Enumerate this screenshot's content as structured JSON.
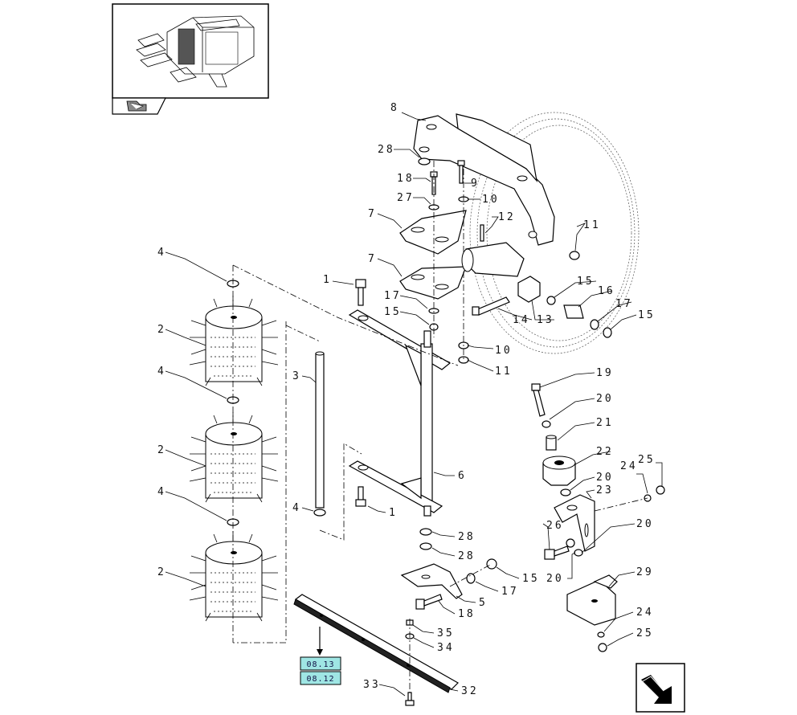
{
  "callouts": [
    {
      "id": "c8",
      "text": "8"
    },
    {
      "id": "c28a",
      "text": "28"
    },
    {
      "id": "c18a",
      "text": "18"
    },
    {
      "id": "c9",
      "text": "9"
    },
    {
      "id": "c27",
      "text": "27"
    },
    {
      "id": "c10a",
      "text": "10"
    },
    {
      "id": "c12",
      "text": "12"
    },
    {
      "id": "c11a",
      "text": "11"
    },
    {
      "id": "c7a",
      "text": "7"
    },
    {
      "id": "c7b",
      "text": "7"
    },
    {
      "id": "c4a",
      "text": "4"
    },
    {
      "id": "c1a",
      "text": "1"
    },
    {
      "id": "c17a",
      "text": "17"
    },
    {
      "id": "c15a",
      "text": "15"
    },
    {
      "id": "c16",
      "text": "16"
    },
    {
      "id": "c15b",
      "text": "15"
    },
    {
      "id": "c17b",
      "text": "17"
    },
    {
      "id": "c15c",
      "text": "15"
    },
    {
      "id": "c14",
      "text": "14"
    },
    {
      "id": "c13",
      "text": "13"
    },
    {
      "id": "c2a",
      "text": "2"
    },
    {
      "id": "c10b",
      "text": "10"
    },
    {
      "id": "c11b",
      "text": "11"
    },
    {
      "id": "c4b",
      "text": "4"
    },
    {
      "id": "c19",
      "text": "19"
    },
    {
      "id": "c3",
      "text": "3"
    },
    {
      "id": "c20a",
      "text": "20"
    },
    {
      "id": "c21",
      "text": "21"
    },
    {
      "id": "c2b",
      "text": "2"
    },
    {
      "id": "c22",
      "text": "22"
    },
    {
      "id": "c25a",
      "text": "25"
    },
    {
      "id": "c24a",
      "text": "24"
    },
    {
      "id": "c20b",
      "text": "20"
    },
    {
      "id": "c6",
      "text": "6"
    },
    {
      "id": "c23",
      "text": "23"
    },
    {
      "id": "c4c",
      "text": "4"
    },
    {
      "id": "c1b",
      "text": "1"
    },
    {
      "id": "c4d",
      "text": "4"
    },
    {
      "id": "c26",
      "text": "26"
    },
    {
      "id": "c20c",
      "text": "20"
    },
    {
      "id": "c28b",
      "text": "28"
    },
    {
      "id": "c28c",
      "text": "28"
    },
    {
      "id": "c2c",
      "text": "2"
    },
    {
      "id": "c15d",
      "text": "15"
    },
    {
      "id": "c20d",
      "text": "20"
    },
    {
      "id": "c29",
      "text": "29"
    },
    {
      "id": "c17c",
      "text": "17"
    },
    {
      "id": "c5",
      "text": "5"
    },
    {
      "id": "c18b",
      "text": "18"
    },
    {
      "id": "c24b",
      "text": "24"
    },
    {
      "id": "c35",
      "text": "35"
    },
    {
      "id": "c25b",
      "text": "25"
    },
    {
      "id": "c34",
      "text": "34"
    },
    {
      "id": "c33",
      "text": "33"
    },
    {
      "id": "c32",
      "text": "32"
    }
  ],
  "references": [
    {
      "id": "r1",
      "text": "08.13"
    },
    {
      "id": "r2",
      "text": "08.12"
    }
  ],
  "icons": {
    "thumbnail": "machine-thumbnail-icon",
    "view_indicator": "view-direction-icon",
    "next_page": "next-page-arrow-icon"
  },
  "colors": {
    "reference_box": "#9fe6e4",
    "line": "#000000"
  }
}
